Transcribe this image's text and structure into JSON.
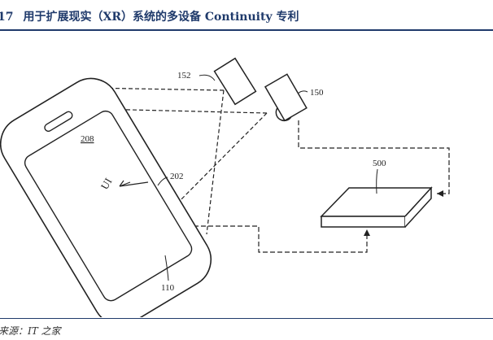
{
  "header": {
    "figure_number": "17",
    "title": "用于扩展现实（XR）系统的多设备 Continuity 专利"
  },
  "diagram": {
    "labels": {
      "phone": "110",
      "screen": "208",
      "ui": "UI",
      "ui_ref": "202",
      "camera_152": "152",
      "camera_150": "150",
      "device_500": "500"
    }
  },
  "footer": {
    "source": "来源：IT 之家"
  }
}
